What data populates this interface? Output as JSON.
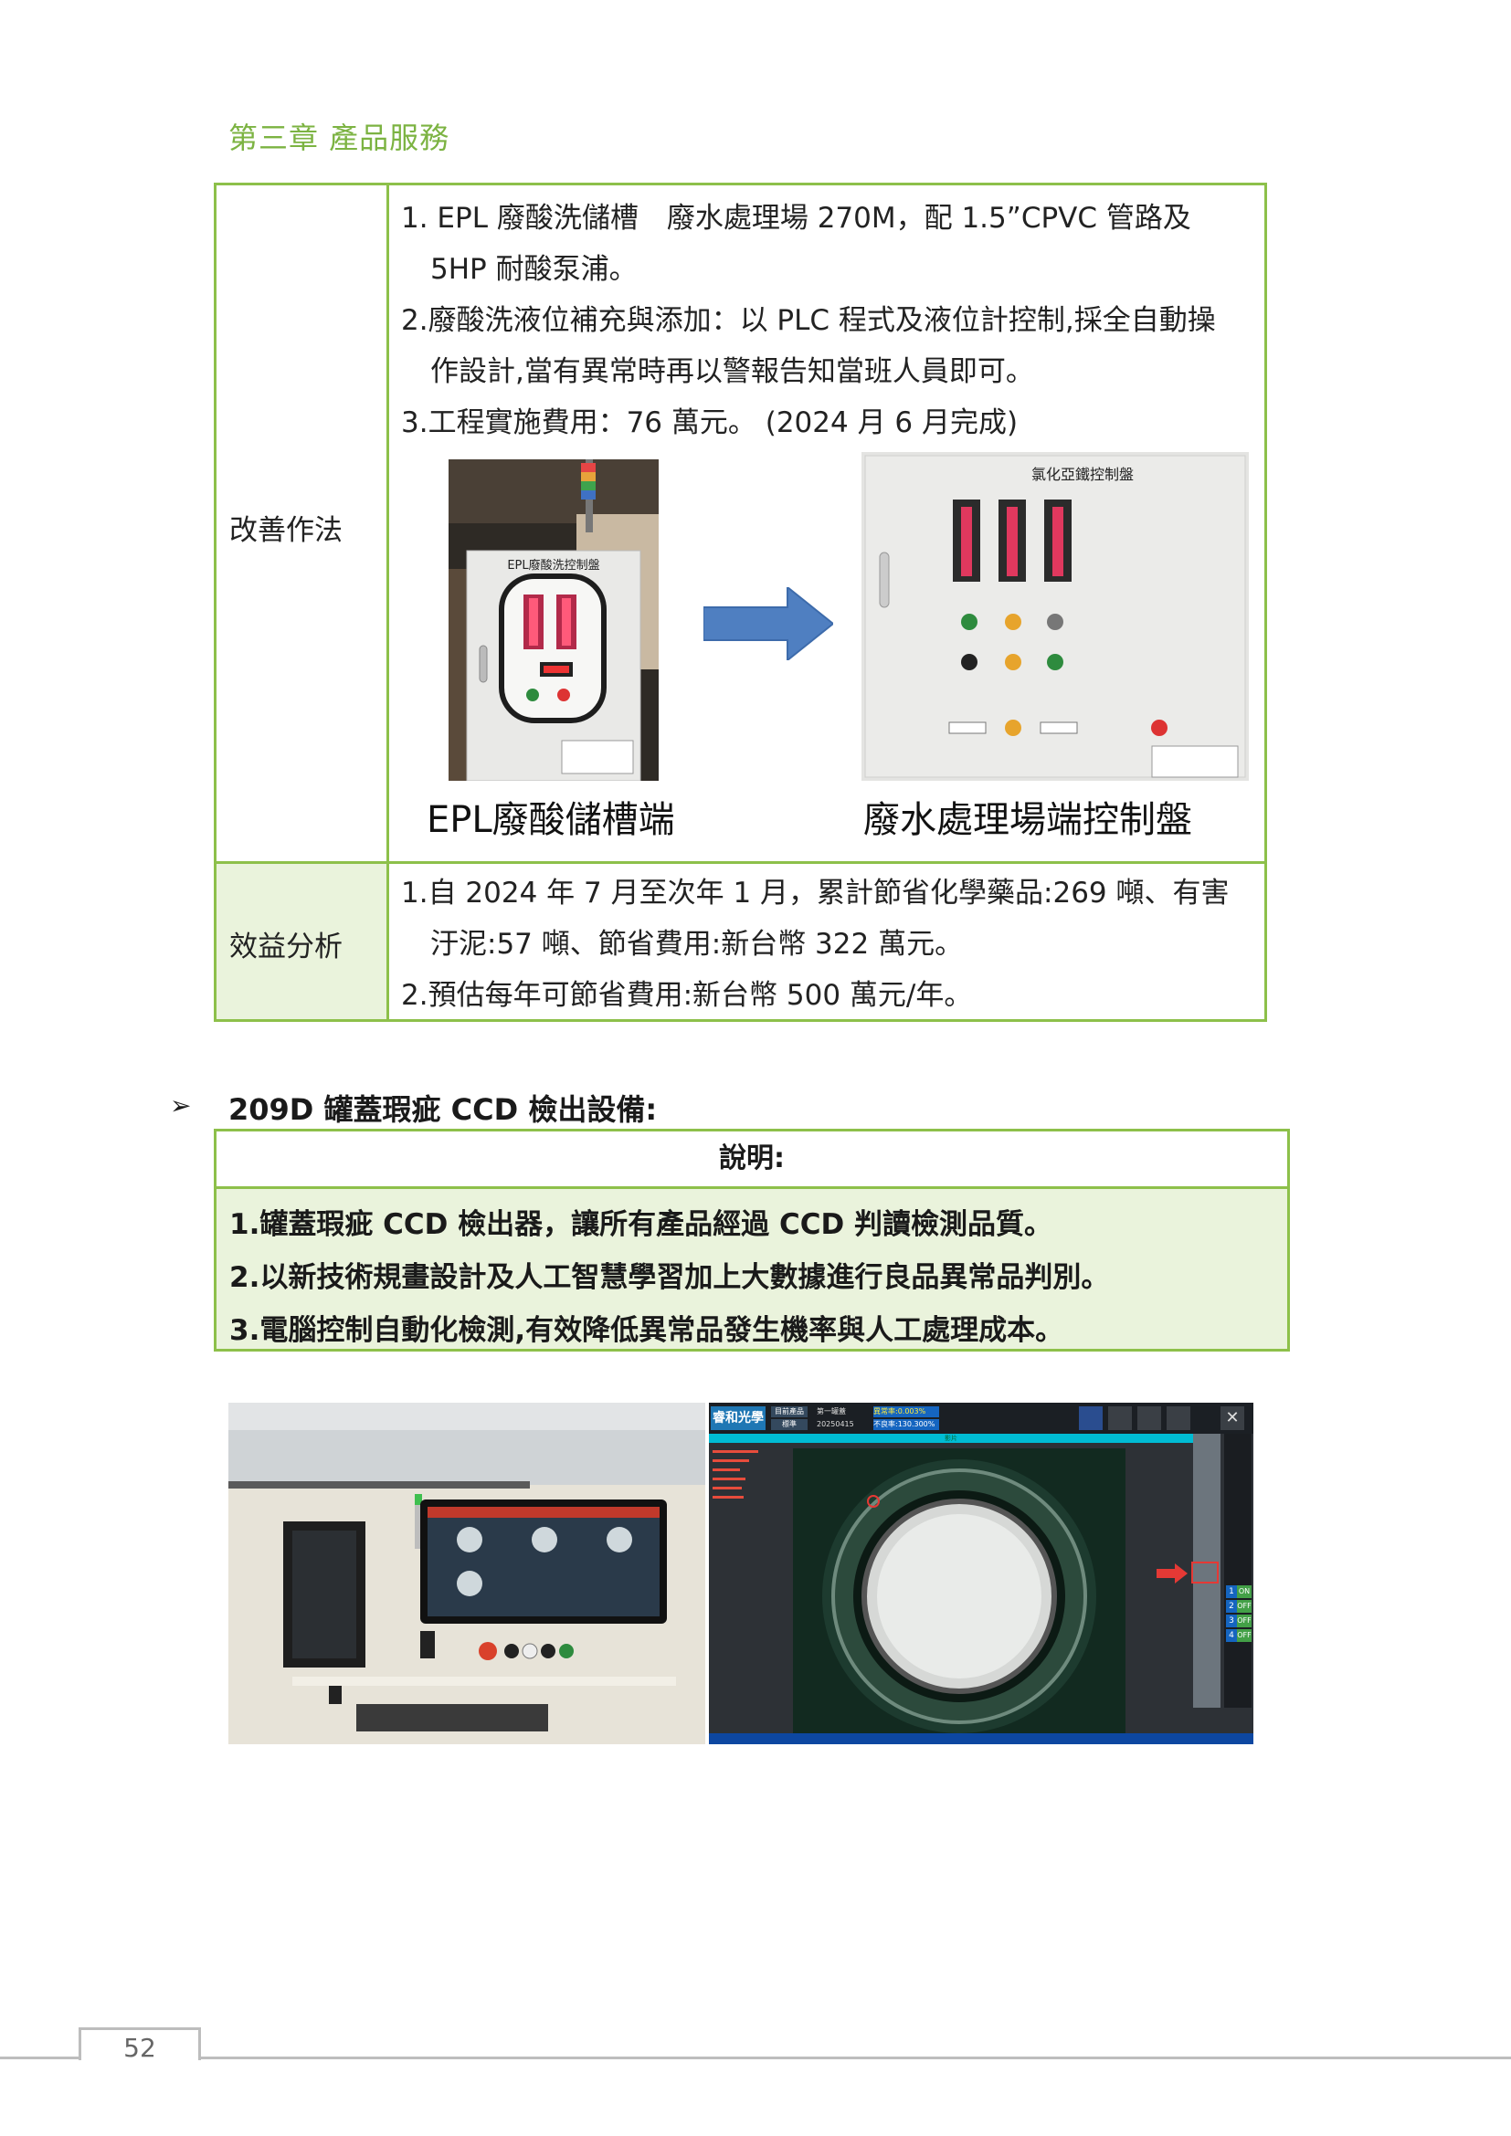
{
  "header": {
    "chapter": "第三章  產品服務"
  },
  "improvement_table": {
    "method_label": "改善作法",
    "method_items": [
      "1. EPL 廢酸洗儲槽　廢水處理場 270M，配 1.5”CPVC 管路及",
      "5HP 耐酸泵浦。",
      "2.廢酸洗液位補充與添加：以 PLC 程式及液位計控制,採全自動操",
      "作設計,當有異常時再以警報告知當班人員即可。",
      "3.工程實施費用：76 萬元。 (2024 月 6 月完成)"
    ],
    "photo_left": {
      "panel_title": "EPL廢酸洗控制盤",
      "caption": "EPL廢酸儲槽端"
    },
    "photo_right": {
      "panel_title": "氯化亞鐵控制盤",
      "caption": "廢水處理場端控制盤"
    },
    "benefit_label": "效益分析",
    "benefit_items": [
      "1.自 2024 年 7 月至次年 1 月，累計節省化學藥品:269 噸、有害",
      "汙泥:57 噸、節省費用:新台幣 322 萬元。",
      "2.預估每年可節省費用:新台幣 500 萬元/年。"
    ]
  },
  "section2": {
    "bullet": "➢",
    "title": "209D 罐蓋瑕疵 CCD 檢出設備:",
    "table_header": "說明:",
    "rows": [
      "1.罐蓋瑕疵 CCD 檢出器，讓所有產品經過 CCD 判讀檢測品質。",
      "2.以新技術規畫設計及人工智慧學習加上大數據進行良品異常品判別。",
      "3.電腦控制自動化檢測,有效降低異常品發生機率與人工處理成本。"
    ]
  },
  "screen": {
    "logo": "睿和光學",
    "tab1": "目前產品",
    "tab2": "標準",
    "field1": "第一罐蓋",
    "field2": "20250415",
    "rate1": "異常率:0.003%",
    "rate2": "不良率:130.300%",
    "view_title": "影片",
    "toggles": [
      {
        "n": "1",
        "v": "ON"
      },
      {
        "n": "2",
        "v": "OFF"
      },
      {
        "n": "3",
        "v": "OFF"
      },
      {
        "n": "4",
        "v": "OFF"
      }
    ]
  },
  "footer": {
    "page_number": "52"
  },
  "colors": {
    "accent_green": "#8dc04a",
    "chapter_green": "#7cb342",
    "cell_bg": "#eaf3dc"
  }
}
